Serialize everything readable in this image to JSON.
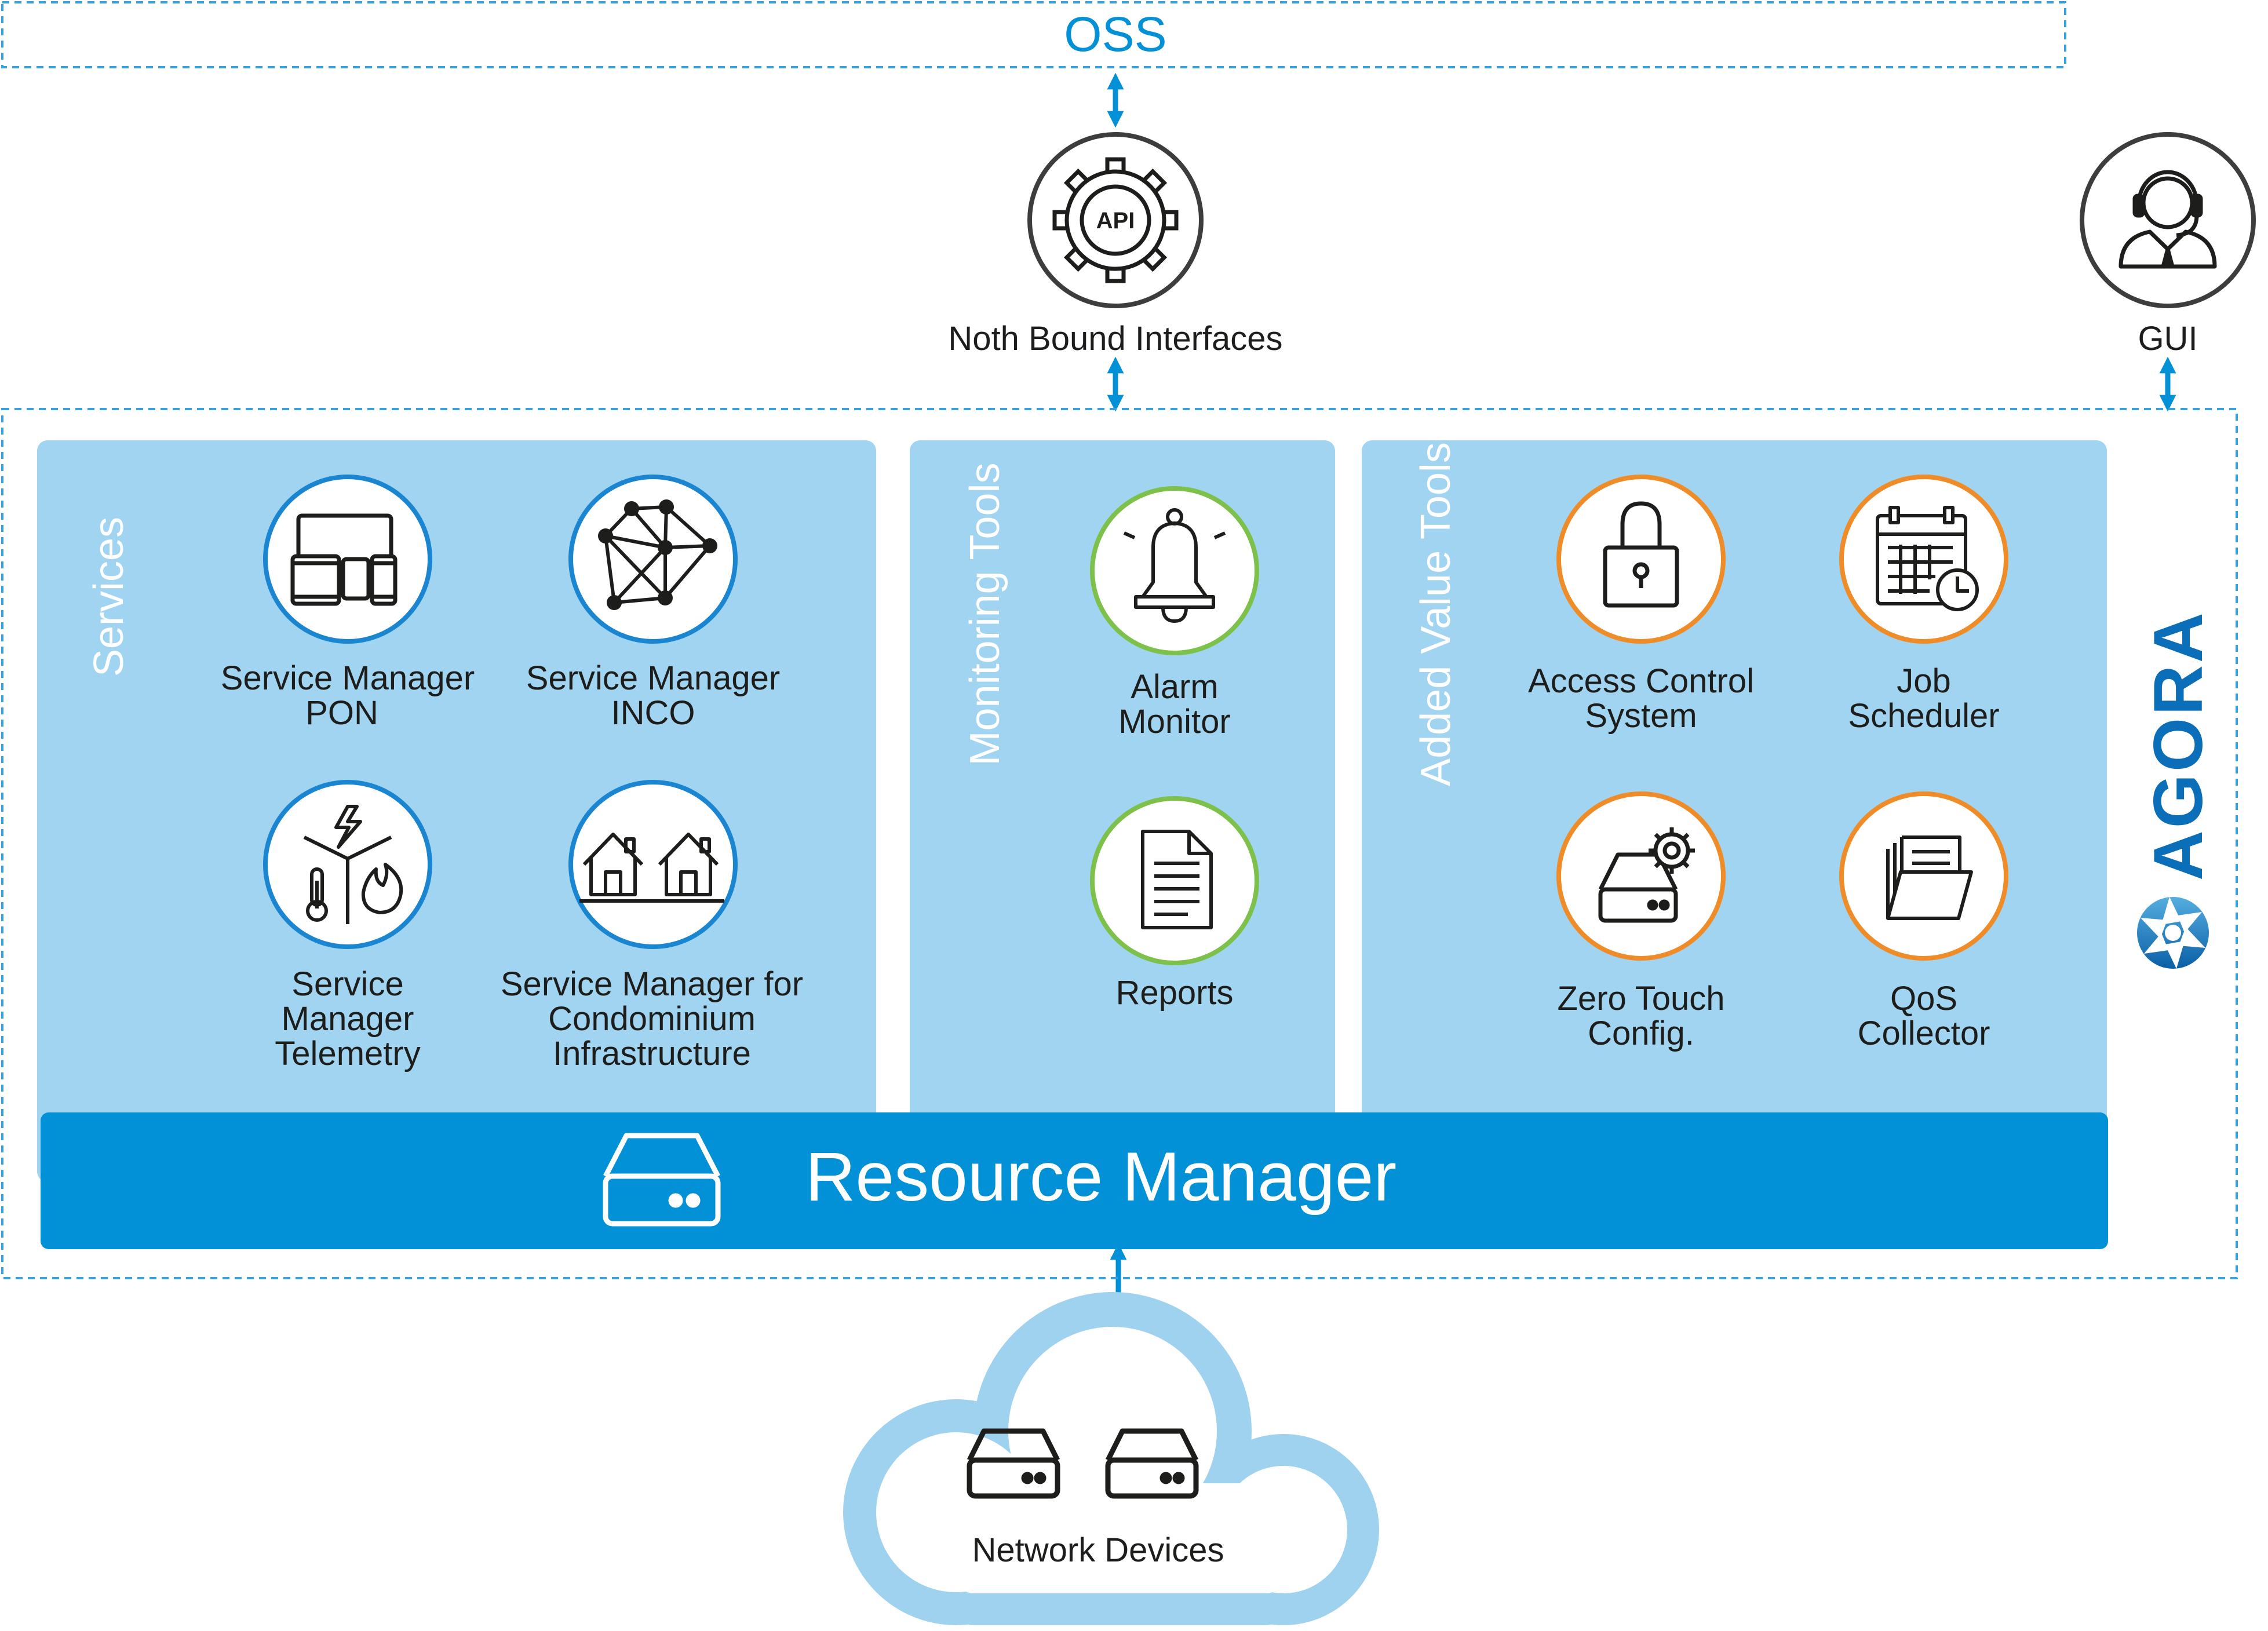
{
  "colors": {
    "accent_blue": "#0290d6",
    "panel_blue": "#a0d4f0",
    "cloud_blue": "#9fd2ee",
    "dash_blue": "#3aa0dc",
    "services_ring": "#1a85d0",
    "monitor_ring": "#7dc04a",
    "tools_ring": "#f08c28",
    "icon_dark": "#1d1d1b",
    "text_dark": "#1d1d1b",
    "white": "#ffffff"
  },
  "oss": {
    "label": "OSS"
  },
  "nbi": {
    "icon": "api-gear-icon",
    "icon_text": "API",
    "label": "Noth Bound Interfaces"
  },
  "gui": {
    "icon": "operator-headset-icon",
    "label": "GUI"
  },
  "brand": {
    "name": "AGORA",
    "icon": "aperture-logo-icon"
  },
  "panels": {
    "services": {
      "title": "Services",
      "items": [
        {
          "icon": "devices-icon",
          "line1": "Service Manager",
          "line2": "PON",
          "line3": ""
        },
        {
          "icon": "network-mesh-icon",
          "line1": "Service Manager",
          "line2": "INCO",
          "line3": ""
        },
        {
          "icon": "telemetry-icon",
          "line1": "Service",
          "line2": "Manager",
          "line3": "Telemetry"
        },
        {
          "icon": "houses-icon",
          "line1": "Service Manager for",
          "line2": "Condominium",
          "line3": "Infrastructure"
        }
      ]
    },
    "monitoring": {
      "title": "Monitoring Tools",
      "items": [
        {
          "icon": "bell-icon",
          "line1": "Alarm",
          "line2": "Monitor"
        },
        {
          "icon": "document-icon",
          "line1": "Reports",
          "line2": ""
        }
      ]
    },
    "tools": {
      "title": "Added Value Tools",
      "items": [
        {
          "icon": "padlock-icon",
          "line1": "Access Control",
          "line2": "System"
        },
        {
          "icon": "calendar-clock-icon",
          "line1": "Job",
          "line2": "Scheduler"
        },
        {
          "icon": "server-gear-icon",
          "line1": "Zero Touch",
          "line2": "Config."
        },
        {
          "icon": "folders-icon",
          "line1": "QoS",
          "line2": "Collector"
        }
      ]
    }
  },
  "resource_manager": {
    "label": "Resource Manager",
    "icon": "server-icon"
  },
  "network_devices": {
    "label": "Network Devices",
    "icon": "server-icon"
  }
}
